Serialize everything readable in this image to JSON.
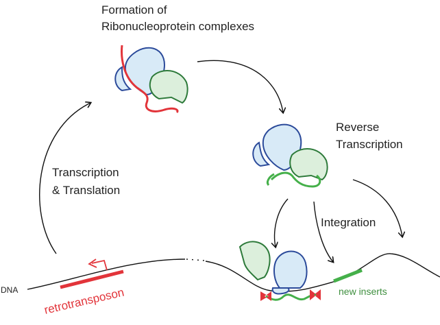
{
  "labels": {
    "formation_line1": "Formation of",
    "formation_line2": "Ribonucleoprotein complexes",
    "reverse_line1": "Reverse",
    "reverse_line2": "Transcription",
    "transcription_line1": "Transcription",
    "transcription_line2": "& Translation",
    "integration": "Integration",
    "dna": "DNA",
    "retrotransposon": "retrotransposon",
    "new_inserts": "new inserts"
  },
  "colors": {
    "rna_red": "#e2343a",
    "dna_green": "#45b04a",
    "protein_blue_stroke": "#2b4a9a",
    "protein_blue_fill": "#d8eaf7",
    "protein_green_stroke": "#2d7a3a",
    "protein_green_fill": "#dcefdc",
    "arrow_black": "#111111",
    "new_inserts_text": "#3f8f3f"
  }
}
